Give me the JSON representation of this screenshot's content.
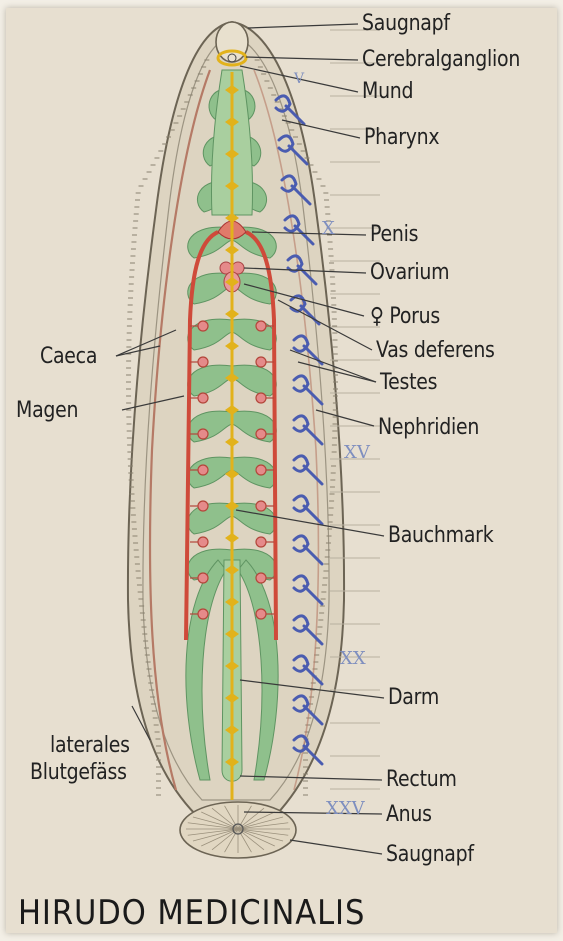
{
  "labels_right": [
    {
      "id": "saugnapf-top",
      "text": "Saugnapf"
    },
    {
      "id": "cerebralganglion",
      "text": "Cerebralganglion"
    },
    {
      "id": "mund",
      "text": "Mund"
    },
    {
      "id": "pharynx",
      "text": "Pharynx"
    },
    {
      "id": "penis",
      "text": "Penis"
    },
    {
      "id": "ovarium",
      "text": "Ovarium"
    },
    {
      "id": "porus",
      "text": "♀ Porus"
    },
    {
      "id": "vas-deferens",
      "text": "Vas deferens"
    },
    {
      "id": "testes",
      "text": "Testes"
    },
    {
      "id": "nephridien",
      "text": "Nephridien"
    },
    {
      "id": "bauchmark",
      "text": "Bauchmark"
    },
    {
      "id": "darm",
      "text": "Darm"
    },
    {
      "id": "rectum",
      "text": "Rectum"
    },
    {
      "id": "anus",
      "text": "Anus"
    },
    {
      "id": "saugnapf-bottom",
      "text": "Saugnapf"
    }
  ],
  "labels_left": [
    {
      "id": "caeca",
      "text": "Caeca"
    },
    {
      "id": "magen",
      "text": "Magen"
    },
    {
      "id": "laterales",
      "text": "laterales"
    },
    {
      "id": "blutgefass",
      "text": "Blutgefäss"
    }
  ],
  "segment_numbers": [
    "V",
    "X",
    "XV",
    "XX",
    "XXV"
  ],
  "title": "HIRUDO MEDICINALIS",
  "colors": {
    "background": "#e7dfd0",
    "body_fill": "#ddd4c1",
    "gut_green": "#8fc08c",
    "nerve_yellow": "#e2b21b",
    "vessel_red": "#cf4a3a",
    "nephridia_blue": "#4a5cb0",
    "segment_number": "#7f8fbf"
  }
}
